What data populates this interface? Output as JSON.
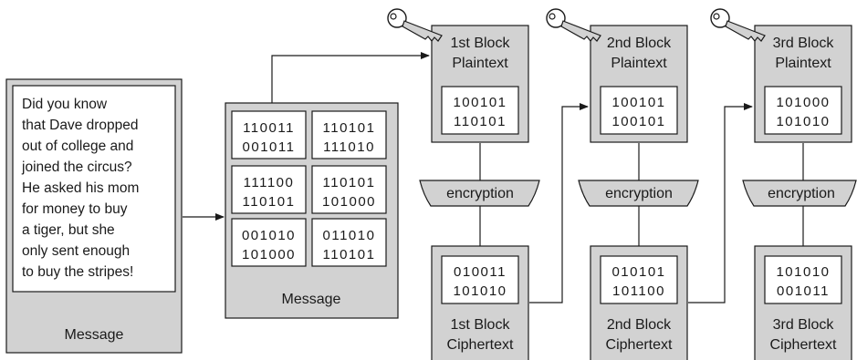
{
  "message_text": {
    "lines": [
      "Did you know",
      "that Dave dropped",
      "out of college and",
      "joined the circus?",
      "He asked his mom",
      "for money to buy",
      "a tiger, but she",
      "only sent enough",
      "to buy the stripes!"
    ],
    "caption": "Message"
  },
  "message_blocks": {
    "caption": "Message",
    "cells": [
      [
        "110011",
        "001011"
      ],
      [
        "110101",
        "111010"
      ],
      [
        "111100",
        "110101"
      ],
      [
        "110101",
        "101000"
      ],
      [
        "001010",
        "101000"
      ],
      [
        "011010",
        "110101"
      ]
    ]
  },
  "columns": [
    {
      "plaintext_label": [
        "1st Block",
        "Plaintext"
      ],
      "plaintext_bits": [
        "100101",
        "110101"
      ],
      "operation": "encryption",
      "ciphertext_bits": [
        "010011",
        "101010"
      ],
      "ciphertext_label": [
        "1st Block",
        "Ciphertext"
      ]
    },
    {
      "plaintext_label": [
        "2nd Block",
        "Plaintext"
      ],
      "plaintext_bits": [
        "100101",
        "100101"
      ],
      "operation": "encryption",
      "ciphertext_bits": [
        "010101",
        "101100"
      ],
      "ciphertext_label": [
        "2nd Block",
        "Ciphertext"
      ]
    },
    {
      "plaintext_label": [
        "3rd Block",
        "Plaintext"
      ],
      "plaintext_bits": [
        "101000",
        "101010"
      ],
      "operation": "encryption",
      "ciphertext_bits": [
        "101010",
        "001011"
      ],
      "ciphertext_label": [
        "3rd Block",
        "Ciphertext"
      ]
    }
  ],
  "icons": {
    "key": "key-icon"
  },
  "colors": {
    "box_fill": "#d2d2d2",
    "stroke": "#1a1a1a",
    "inner_fill": "#ffffff"
  }
}
